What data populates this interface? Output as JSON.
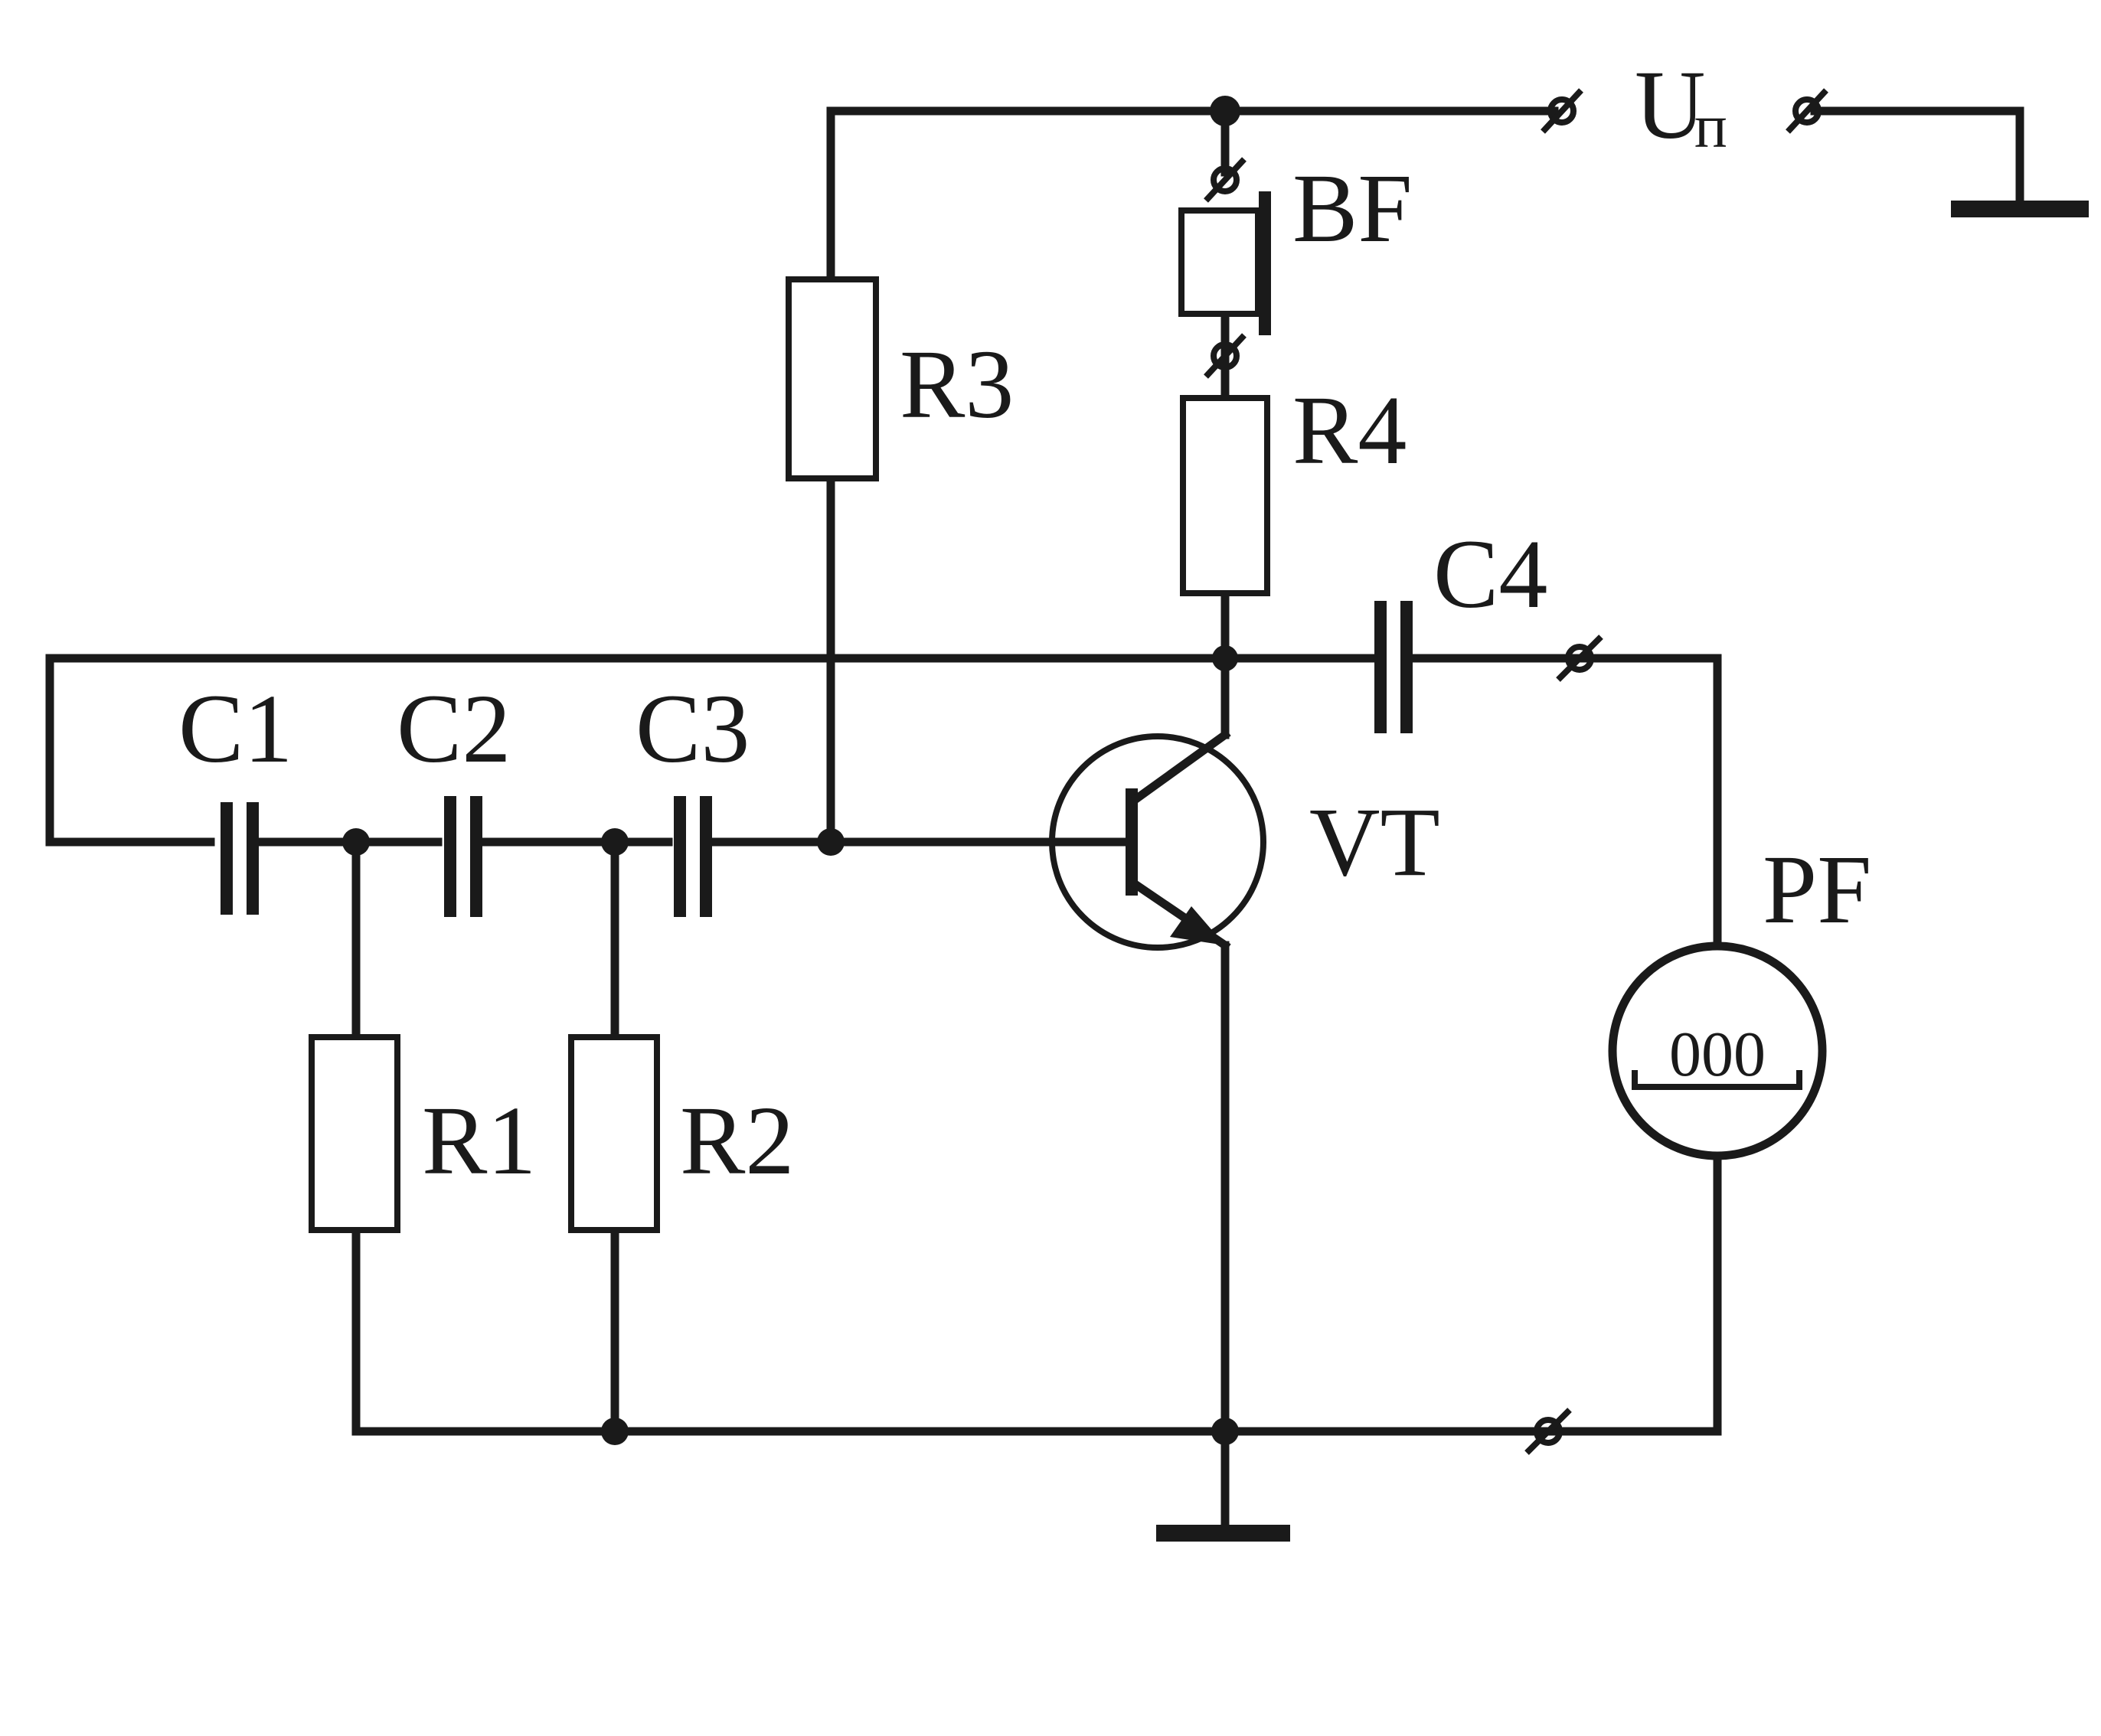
{
  "labels": {
    "supply_main": "U",
    "supply_sub": "п",
    "speaker": "BF",
    "r1": "R1",
    "r2": "R2",
    "r3": "R3",
    "r4": "R4",
    "c1": "C1",
    "c2": "C2",
    "c3": "C3",
    "c4": "C4",
    "transistor": "VT",
    "meter": "PF",
    "meter_display": "000"
  }
}
